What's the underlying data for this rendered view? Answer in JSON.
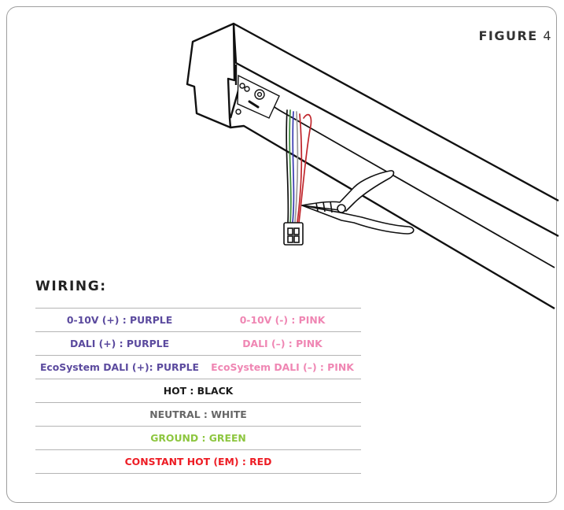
{
  "figure": {
    "word": "FIGURE",
    "number": "4"
  },
  "wiring_title": "WIRING:",
  "wiring_rows": [
    {
      "left": {
        "text": "0-10V (+) : PURPLE",
        "color": "purple"
      },
      "right": {
        "text": "0-10V (-) : PINK",
        "color": "pink"
      }
    },
    {
      "left": {
        "text": "DALI (+) : PURPLE",
        "color": "purple"
      },
      "right": {
        "text": "DALI (–) : PINK",
        "color": "pink"
      }
    },
    {
      "left": {
        "text": "EcoSystem DALI (+): PURPLE",
        "color": "purple"
      },
      "right": {
        "text": "EcoSystem DALI (–) : PINK",
        "color": "pink"
      }
    }
  ],
  "wiring_single": [
    {
      "text": "HOT : BLACK",
      "color": "black"
    },
    {
      "text": "NEUTRAL : WHITE",
      "color": "grey"
    },
    {
      "text": "GROUND : GREEN",
      "color": "green"
    },
    {
      "text": "CONSTANT HOT (EM) : RED",
      "color": "red"
    }
  ],
  "colors": {
    "purple": "#5b4a9e",
    "pink": "#ef86b3",
    "black": "#1a1a1a",
    "white_label": "#666666",
    "green": "#8dc63f",
    "red": "#ed1c24",
    "frame": "#9e9e9e"
  }
}
